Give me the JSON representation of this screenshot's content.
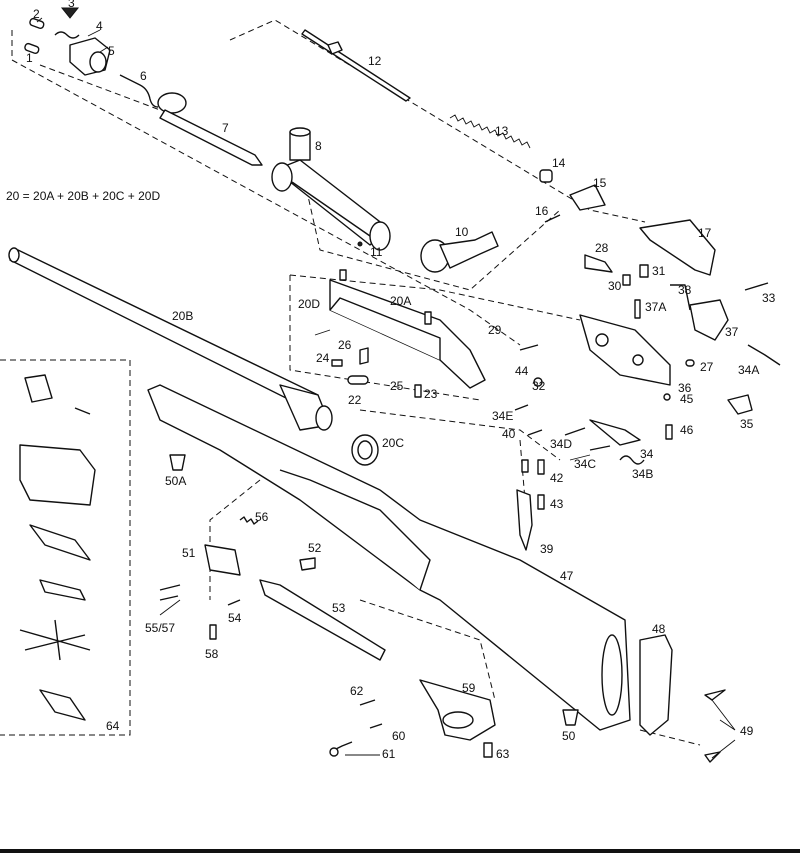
{
  "formula": "20 = 20A + 20B + 20C + 20D",
  "labels": [
    {
      "id": "p1",
      "text": "1"
    },
    {
      "id": "p2",
      "text": "2"
    },
    {
      "id": "p3",
      "text": "3"
    },
    {
      "id": "p4",
      "text": "4"
    },
    {
      "id": "p5",
      "text": "5"
    },
    {
      "id": "p6",
      "text": "6"
    },
    {
      "id": "p7",
      "text": "7"
    },
    {
      "id": "p8",
      "text": "8"
    },
    {
      "id": "p10",
      "text": "10"
    },
    {
      "id": "p11",
      "text": "11"
    },
    {
      "id": "p12",
      "text": "12"
    },
    {
      "id": "p13",
      "text": "13"
    },
    {
      "id": "p14",
      "text": "14"
    },
    {
      "id": "p15",
      "text": "15"
    },
    {
      "id": "p16",
      "text": "16"
    },
    {
      "id": "p17",
      "text": "17"
    },
    {
      "id": "p20a",
      "text": "20A"
    },
    {
      "id": "p20b",
      "text": "20B"
    },
    {
      "id": "p20c",
      "text": "20C"
    },
    {
      "id": "p20d",
      "text": "20D"
    },
    {
      "id": "p22",
      "text": "22"
    },
    {
      "id": "p23",
      "text": "23"
    },
    {
      "id": "p24",
      "text": "24"
    },
    {
      "id": "p25",
      "text": "25"
    },
    {
      "id": "p26",
      "text": "26"
    },
    {
      "id": "p27",
      "text": "27"
    },
    {
      "id": "p28",
      "text": "28"
    },
    {
      "id": "p29",
      "text": "29"
    },
    {
      "id": "p30",
      "text": "30"
    },
    {
      "id": "p31",
      "text": "31"
    },
    {
      "id": "p32",
      "text": "32"
    },
    {
      "id": "p33",
      "text": "33"
    },
    {
      "id": "p34",
      "text": "34"
    },
    {
      "id": "p34a",
      "text": "34A"
    },
    {
      "id": "p34b",
      "text": "34B"
    },
    {
      "id": "p34c",
      "text": "34C"
    },
    {
      "id": "p34d",
      "text": "34D"
    },
    {
      "id": "p34e",
      "text": "34E"
    },
    {
      "id": "p35",
      "text": "35"
    },
    {
      "id": "p36",
      "text": "36"
    },
    {
      "id": "p37",
      "text": "37"
    },
    {
      "id": "p37a",
      "text": "37A"
    },
    {
      "id": "p38",
      "text": "38"
    },
    {
      "id": "p39",
      "text": "39"
    },
    {
      "id": "p40",
      "text": "40"
    },
    {
      "id": "p42",
      "text": "42"
    },
    {
      "id": "p43",
      "text": "43"
    },
    {
      "id": "p44",
      "text": "44"
    },
    {
      "id": "p45",
      "text": "45"
    },
    {
      "id": "p46",
      "text": "46"
    },
    {
      "id": "p47",
      "text": "47"
    },
    {
      "id": "p48",
      "text": "48"
    },
    {
      "id": "p49",
      "text": "49"
    },
    {
      "id": "p50",
      "text": "50"
    },
    {
      "id": "p50a",
      "text": "50A"
    },
    {
      "id": "p51",
      "text": "51"
    },
    {
      "id": "p52",
      "text": "52"
    },
    {
      "id": "p53",
      "text": "53"
    },
    {
      "id": "p54",
      "text": "54"
    },
    {
      "id": "p5557",
      "text": "55/57"
    },
    {
      "id": "p56",
      "text": "56"
    },
    {
      "id": "p58",
      "text": "58"
    },
    {
      "id": "p59",
      "text": "59"
    },
    {
      "id": "p60",
      "text": "60"
    },
    {
      "id": "p61",
      "text": "61"
    },
    {
      "id": "p62",
      "text": "62"
    },
    {
      "id": "p63",
      "text": "63"
    },
    {
      "id": "p64",
      "text": "64"
    }
  ]
}
